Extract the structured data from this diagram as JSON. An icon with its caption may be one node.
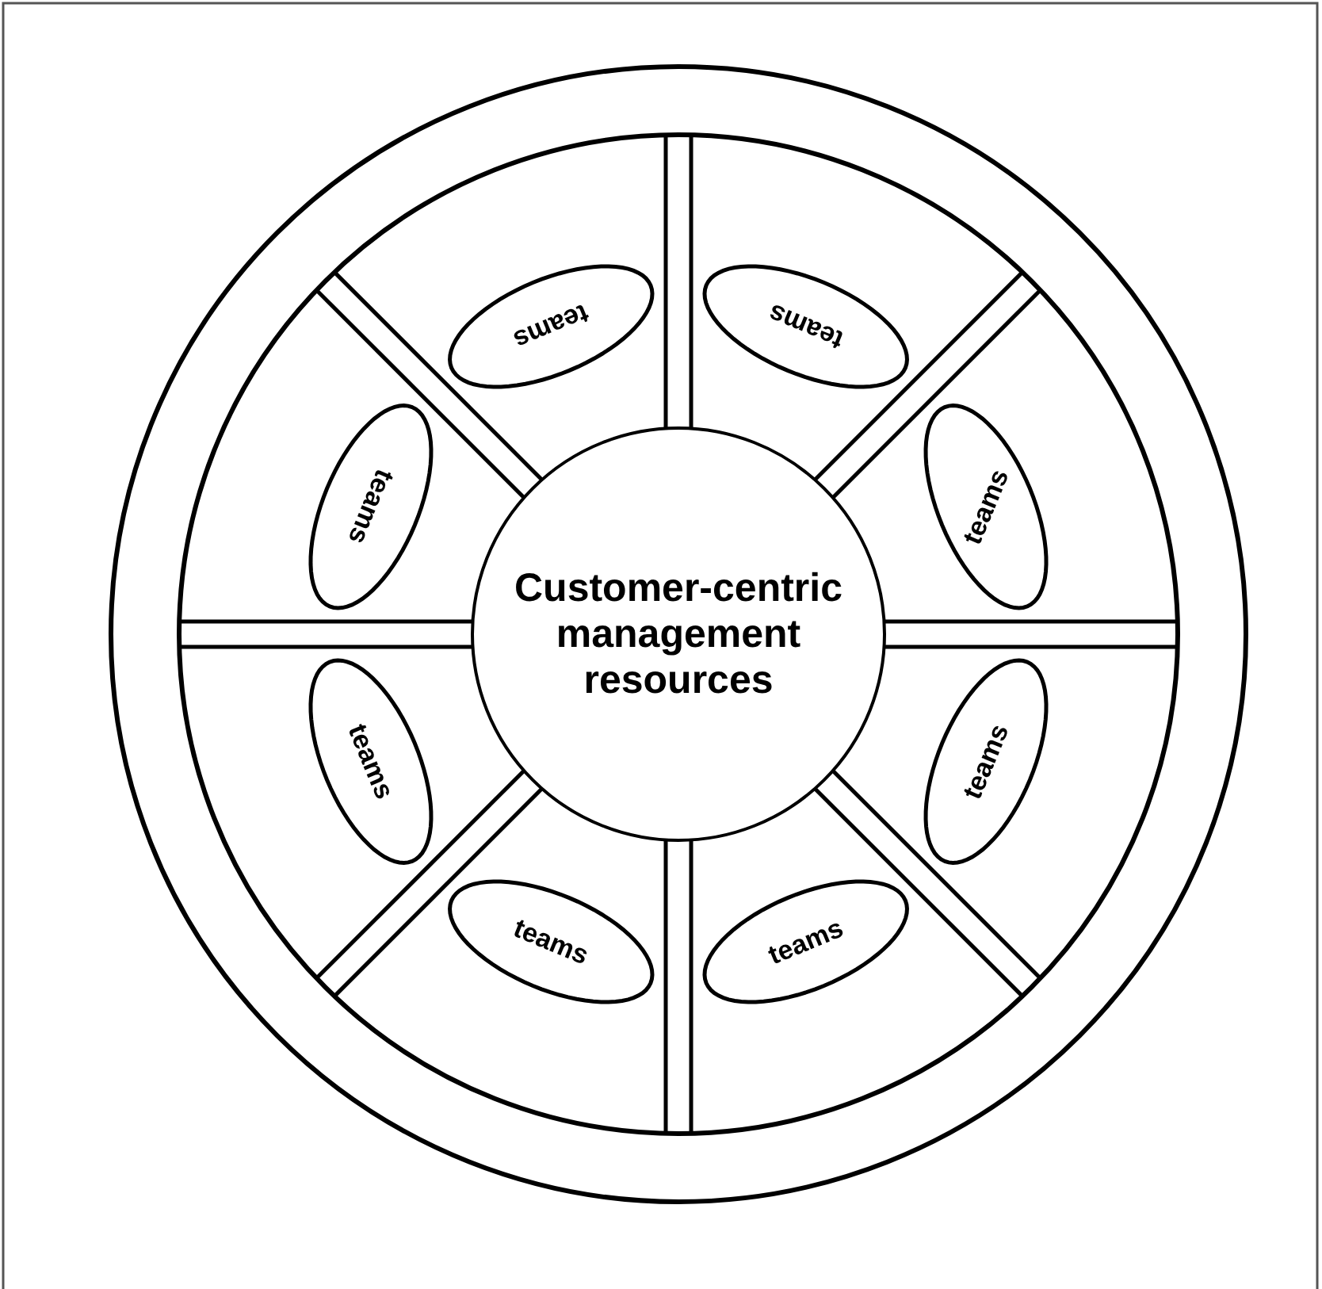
{
  "diagram": {
    "nodes": [
      {
        "text": [
          "Customer-centric management resources"
        ]
      },
      {
        "text": [
          "teams"
        ]
      },
      {
        "text": [
          "teams"
        ]
      },
      {
        "text": [
          "teams"
        ]
      },
      {
        "text": [
          "teams"
        ]
      },
      {
        "text": [
          "teams"
        ]
      },
      {
        "text": [
          "teams"
        ]
      },
      {
        "text": [
          "teams"
        ]
      },
      {
        "text": [
          "teams"
        ]
      }
    ],
    "edges": []
  }
}
